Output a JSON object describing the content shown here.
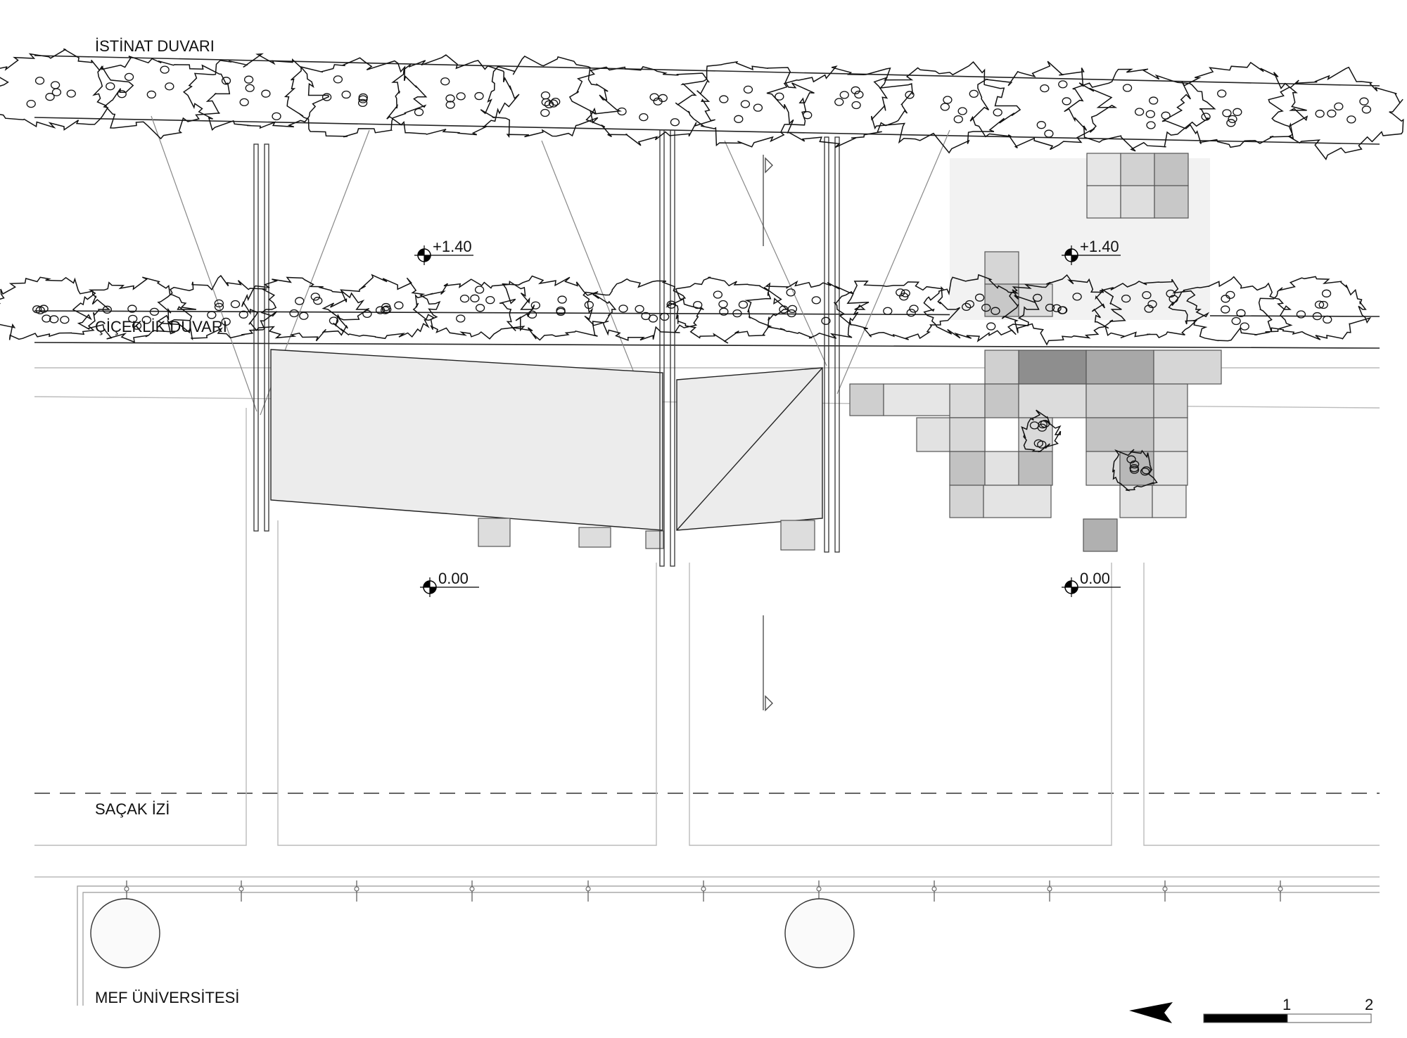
{
  "labels": {
    "retaining_wall": "İSTİNAT DUVARI",
    "planter_wall": "ÇİÇEKLİK DUVARI",
    "eave_trace": "SAÇAK İZİ",
    "university": "MEF ÜNİVERSİTESİ"
  },
  "elevations": [
    "+1.40",
    "+1.40",
    "0.00",
    "0.00"
  ],
  "scale_bar": {
    "tick_1": "1",
    "tick_2": "2"
  },
  "icons": [
    "north-arrow-icon",
    "elevation-marker-icon",
    "tree-canopy-icon",
    "column-circle-icon"
  ],
  "colors": {
    "line": "#222222",
    "light_line": "#bbbbbb",
    "tile_light": "#dcdcdc",
    "tile_mid": "#c4c4c4",
    "tile_dark": "#8e8e8e",
    "canopy_fill": "#ececec"
  }
}
